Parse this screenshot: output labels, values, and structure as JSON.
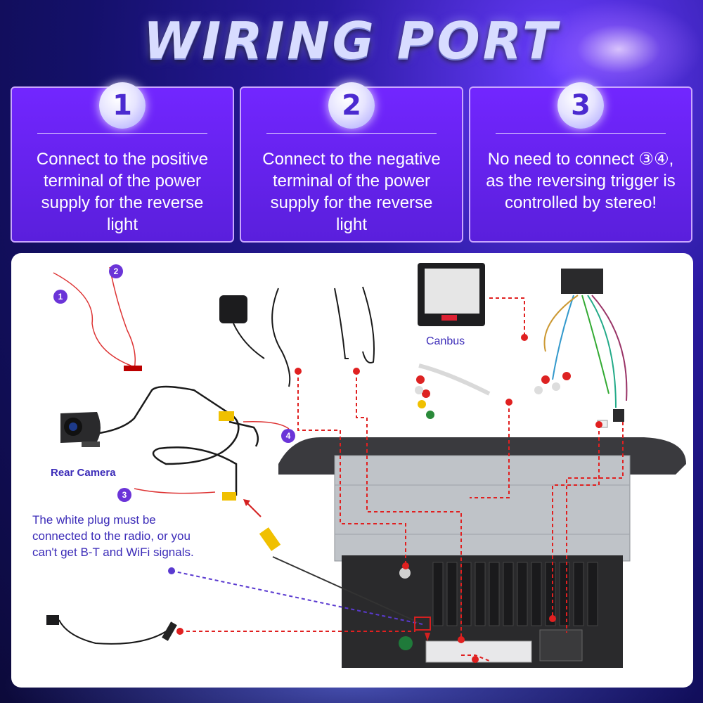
{
  "title": "WIRING PORT",
  "cards": [
    {
      "number": "1",
      "text": "Connect to the positive terminal of the power supply for the reverse light"
    },
    {
      "number": "2",
      "text": "Connect to the negative terminal of the power supply for the reverse light"
    },
    {
      "number": "3",
      "text": "No need to connect ③④, as the reversing trigger is controlled by stereo!"
    }
  ],
  "diagram": {
    "markers": [
      "1",
      "2",
      "3",
      "4"
    ],
    "canbus_label": "Canbus",
    "rear_camera_label": "Rear Camera",
    "note": "The white plug must be connected to the radio, or you can't get B-T and WiFi signals."
  },
  "colors": {
    "card": "#6a24f0",
    "marker": "#6b34d8",
    "dashed_line": "#e02020",
    "note_text": "#3b2bb8"
  }
}
